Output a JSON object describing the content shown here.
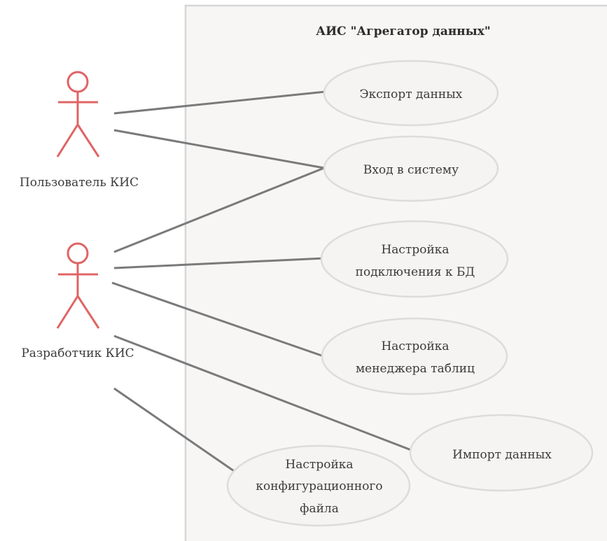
{
  "system": {
    "title": "АИС \"Агрегатор данных\""
  },
  "actors": {
    "user": {
      "label": "Пользователь КИС"
    },
    "developer": {
      "label": "Разработчик КИС"
    }
  },
  "usecases": {
    "export": {
      "lines": [
        "Экспорт данных"
      ]
    },
    "login": {
      "lines": [
        "Вход в систему"
      ]
    },
    "db_config": {
      "lines": [
        "Настройка",
        "подключения к БД"
      ]
    },
    "table_manager": {
      "lines": [
        "Настройка",
        "менеджера таблиц"
      ]
    },
    "import": {
      "lines": [
        "Импорт данных"
      ]
    },
    "config_file": {
      "lines": [
        "Настройка",
        "конфигурационного",
        "файла"
      ]
    }
  },
  "colors": {
    "actor": "#e06464",
    "ellipse_fill": "#f5f4f2",
    "ellipse_stroke": "#dcdcdc",
    "boundary_fill": "#f7f6f4",
    "boundary_stroke": "#d6d6d6",
    "association": "#7a7a7a"
  }
}
